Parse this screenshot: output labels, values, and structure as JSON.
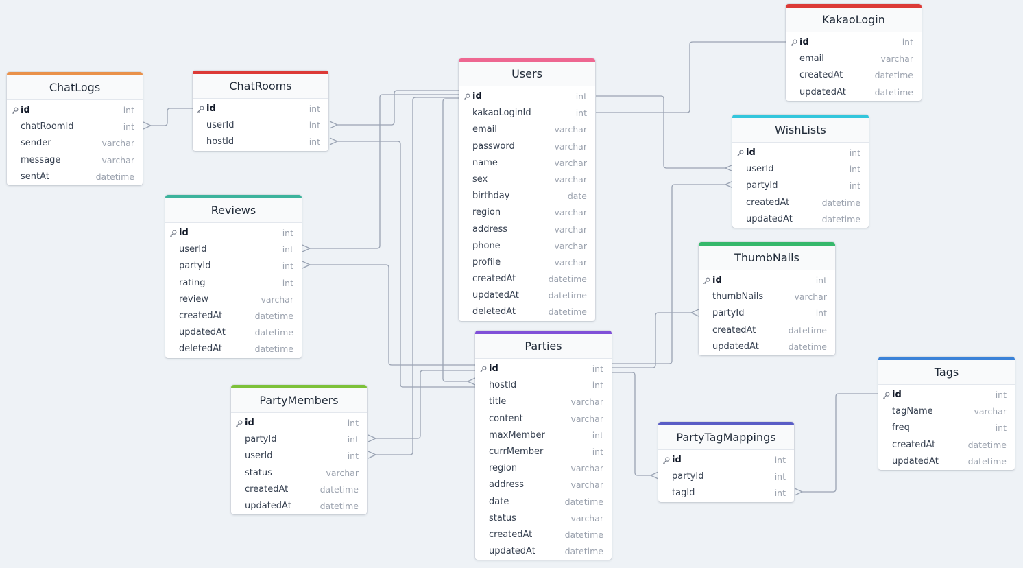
{
  "colors": {
    "ChatLogs": "#e9914a",
    "ChatRooms": "#dc3a37",
    "Users": "#ee6791",
    "KakaoLogin": "#dc3a37",
    "WishLists": "#33c6dc",
    "Reviews": "#3cb39c",
    "ThumbNails": "#36b86b",
    "Parties": "#8050d8",
    "PartyMembers": "#7cc139",
    "PartyTagMappings": "#5a5dc6",
    "Tags": "#3a82d8",
    "line": "#9aa3b3"
  },
  "icons": {
    "primary_key": "key-icon"
  },
  "tables": {
    "ChatLogs": {
      "title": "ChatLogs",
      "fields": [
        {
          "name": "id",
          "type": "int"
        },
        {
          "name": "chatRoomId",
          "type": "int"
        },
        {
          "name": "sender",
          "type": "varchar"
        },
        {
          "name": "message",
          "type": "varchar"
        },
        {
          "name": "sentAt",
          "type": "datetime"
        }
      ]
    },
    "ChatRooms": {
      "title": "ChatRooms",
      "fields": [
        {
          "name": "id",
          "type": "int"
        },
        {
          "name": "userId",
          "type": "int"
        },
        {
          "name": "hostId",
          "type": "int"
        }
      ]
    },
    "Users": {
      "title": "Users",
      "fields": [
        {
          "name": "id",
          "type": "int"
        },
        {
          "name": "kakaoLoginId",
          "type": "int"
        },
        {
          "name": "email",
          "type": "varchar"
        },
        {
          "name": "password",
          "type": "varchar"
        },
        {
          "name": "name",
          "type": "varchar"
        },
        {
          "name": "sex",
          "type": "varchar"
        },
        {
          "name": "birthday",
          "type": "date"
        },
        {
          "name": "region",
          "type": "varchar"
        },
        {
          "name": "address",
          "type": "varchar"
        },
        {
          "name": "phone",
          "type": "varchar"
        },
        {
          "name": "profile",
          "type": "varchar"
        },
        {
          "name": "createdAt",
          "type": "datetime"
        },
        {
          "name": "updatedAt",
          "type": "datetime"
        },
        {
          "name": "deletedAt",
          "type": "datetime"
        }
      ]
    },
    "KakaoLogin": {
      "title": "KakaoLogin",
      "fields": [
        {
          "name": "id",
          "type": "int"
        },
        {
          "name": "email",
          "type": "varchar"
        },
        {
          "name": "createdAt",
          "type": "datetime"
        },
        {
          "name": "updatedAt",
          "type": "datetime"
        }
      ]
    },
    "WishLists": {
      "title": "WishLists",
      "fields": [
        {
          "name": "id",
          "type": "int"
        },
        {
          "name": "userId",
          "type": "int"
        },
        {
          "name": "partyId",
          "type": "int"
        },
        {
          "name": "createdAt",
          "type": "datetime"
        },
        {
          "name": "updatedAt",
          "type": "datetime"
        }
      ]
    },
    "Reviews": {
      "title": "Reviews",
      "fields": [
        {
          "name": "id",
          "type": "int"
        },
        {
          "name": "userId",
          "type": "int"
        },
        {
          "name": "partyId",
          "type": "int"
        },
        {
          "name": "rating",
          "type": "int"
        },
        {
          "name": "review",
          "type": "varchar"
        },
        {
          "name": "createdAt",
          "type": "datetime"
        },
        {
          "name": "updatedAt",
          "type": "datetime"
        },
        {
          "name": "deletedAt",
          "type": "datetime"
        }
      ]
    },
    "ThumbNails": {
      "title": "ThumbNails",
      "fields": [
        {
          "name": "id",
          "type": "int"
        },
        {
          "name": "thumbNails",
          "type": "varchar"
        },
        {
          "name": "partyId",
          "type": "int"
        },
        {
          "name": "createdAt",
          "type": "datetime"
        },
        {
          "name": "updatedAt",
          "type": "datetime"
        }
      ]
    },
    "Parties": {
      "title": "Parties",
      "fields": [
        {
          "name": "id",
          "type": "int"
        },
        {
          "name": "hostId",
          "type": "int"
        },
        {
          "name": "title",
          "type": "varchar"
        },
        {
          "name": "content",
          "type": "varchar"
        },
        {
          "name": "maxMember",
          "type": "int"
        },
        {
          "name": "currMember",
          "type": "int"
        },
        {
          "name": "region",
          "type": "varchar"
        },
        {
          "name": "address",
          "type": "varchar"
        },
        {
          "name": "date",
          "type": "datetime"
        },
        {
          "name": "status",
          "type": "varchar"
        },
        {
          "name": "createdAt",
          "type": "datetime"
        },
        {
          "name": "updatedAt",
          "type": "datetime"
        }
      ]
    },
    "PartyMembers": {
      "title": "PartyMembers",
      "fields": [
        {
          "name": "id",
          "type": "int"
        },
        {
          "name": "partyId",
          "type": "int"
        },
        {
          "name": "userId",
          "type": "int"
        },
        {
          "name": "status",
          "type": "varchar"
        },
        {
          "name": "createdAt",
          "type": "datetime"
        },
        {
          "name": "updatedAt",
          "type": "datetime"
        }
      ]
    },
    "PartyTagMappings": {
      "title": "PartyTagMappings",
      "fields": [
        {
          "name": "id",
          "type": "int"
        },
        {
          "name": "partyId",
          "type": "int"
        },
        {
          "name": "tagId",
          "type": "int"
        }
      ]
    },
    "Tags": {
      "title": "Tags",
      "fields": [
        {
          "name": "id",
          "type": "int"
        },
        {
          "name": "tagName",
          "type": "varchar"
        },
        {
          "name": "freq",
          "type": "int"
        },
        {
          "name": "createdAt",
          "type": "datetime"
        },
        {
          "name": "updatedAt",
          "type": "datetime"
        }
      ]
    }
  },
  "relationships": [
    {
      "from": "ChatLogs.chatRoomId",
      "to": "ChatRooms.id"
    },
    {
      "from": "ChatRooms.userId",
      "to": "Users.id"
    },
    {
      "from": "ChatRooms.hostId",
      "to": "Parties.hostId"
    },
    {
      "from": "Users.kakaoLoginId",
      "to": "KakaoLogin.id"
    },
    {
      "from": "WishLists.userId",
      "to": "Users.id"
    },
    {
      "from": "WishLists.partyId",
      "to": "Parties.id"
    },
    {
      "from": "Reviews.userId",
      "to": "Users.id"
    },
    {
      "from": "Reviews.partyId",
      "to": "Parties.id"
    },
    {
      "from": "ThumbNails.partyId",
      "to": "Parties.id"
    },
    {
      "from": "Parties.hostId",
      "to": "Users.id"
    },
    {
      "from": "PartyMembers.partyId",
      "to": "Parties.id"
    },
    {
      "from": "PartyMembers.userId",
      "to": "Users.id"
    },
    {
      "from": "PartyTagMappings.partyId",
      "to": "Parties.id"
    },
    {
      "from": "PartyTagMappings.tagId",
      "to": "Tags.id"
    }
  ]
}
